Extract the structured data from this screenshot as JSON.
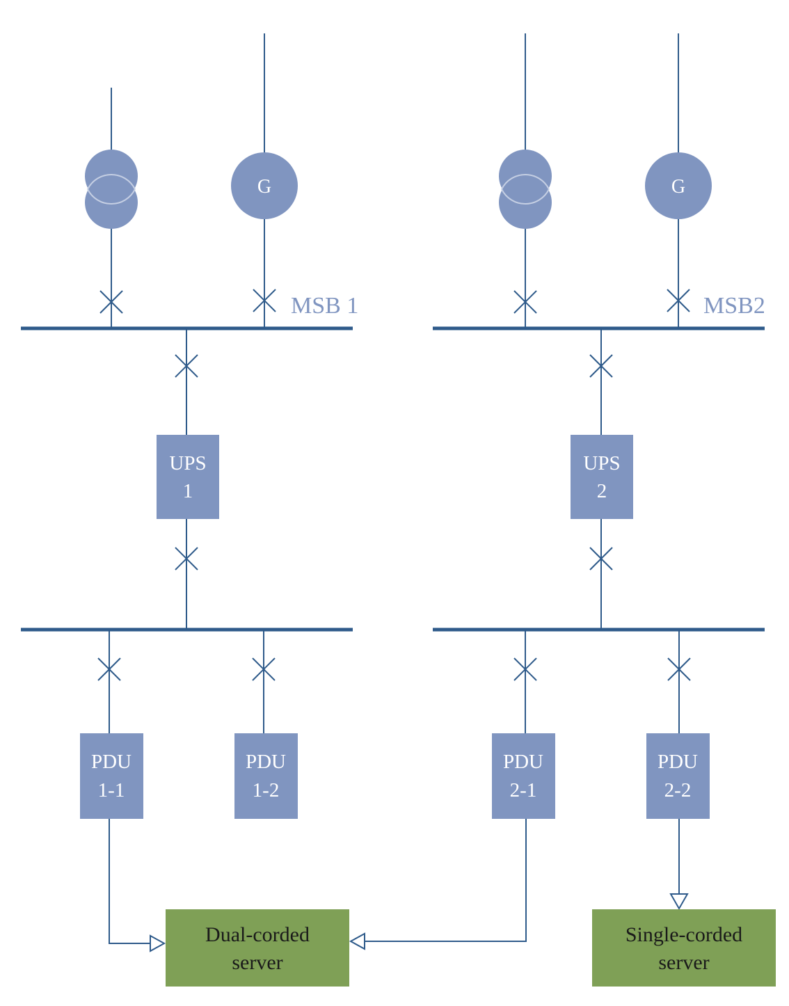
{
  "colors": {
    "line": "#2e5a8a",
    "equipment": "#8095c0",
    "transformer_outline": "#c5cfe3",
    "server": "#7fa056",
    "label": "#8095c0",
    "server_text": "#1a1a1a",
    "equipment_text": "#ffffff"
  },
  "sides": [
    {
      "bus_label": "MSB 1",
      "generator_label": "G",
      "ups_label": [
        "UPS",
        "1"
      ],
      "pdus": [
        {
          "label": [
            "PDU",
            "1-1"
          ]
        },
        {
          "label": [
            "PDU",
            "1-2"
          ]
        }
      ]
    },
    {
      "bus_label": "MSB2",
      "generator_label": "G",
      "ups_label": [
        "UPS",
        "2"
      ],
      "pdus": [
        {
          "label": [
            "PDU",
            "2-1"
          ]
        },
        {
          "label": [
            "PDU",
            "2-2"
          ]
        }
      ]
    }
  ],
  "servers": [
    {
      "label": [
        "Dual-corded",
        "server"
      ]
    },
    {
      "label": [
        "Single-corded",
        "server"
      ]
    }
  ]
}
